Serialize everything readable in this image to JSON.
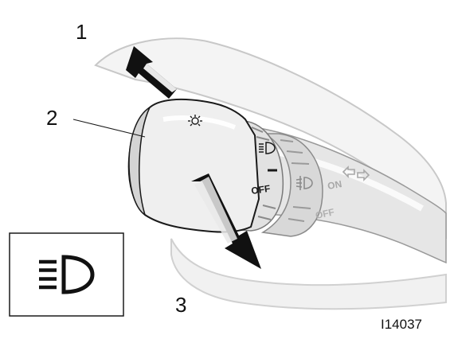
{
  "callouts": {
    "one": "1",
    "two": "2",
    "three": "3"
  },
  "lever": {
    "off_inner": "OFF",
    "on_outer": "ON",
    "off_outer": "OFF"
  },
  "figure_id": "I14037",
  "icons": {
    "tail_light": "tail-light-icon",
    "headlight": "headlight-icon",
    "fog_light": "fog-light-icon",
    "turn_signal": "turn-signal-arrows-icon",
    "high_beam_symbol": "high-beam-icon"
  },
  "colors": {
    "lever_body": "#efefef",
    "lever_shadow": "#b9b9b9",
    "outline": "#1a1a1a",
    "arrow": "#111111"
  }
}
